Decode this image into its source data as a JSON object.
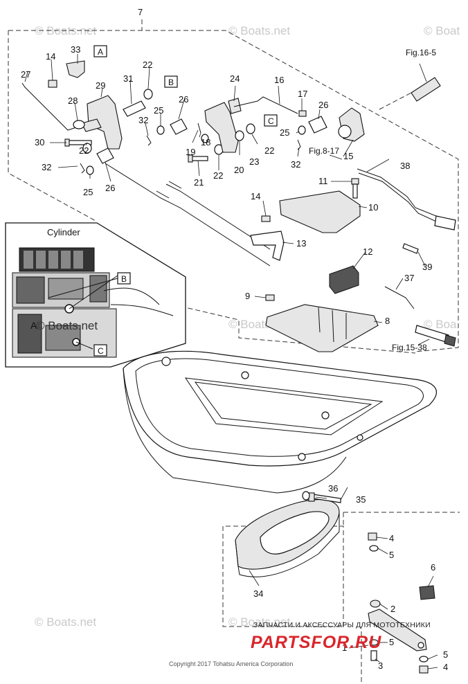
{
  "diagram": {
    "callouts": [
      "1",
      "2",
      "3",
      "4",
      "5",
      "6",
      "7",
      "8",
      "9",
      "10",
      "11",
      "12",
      "13",
      "14",
      "15",
      "16",
      "17",
      "18",
      "19",
      "20",
      "21",
      "22",
      "23",
      "24",
      "25",
      "26",
      "27",
      "28",
      "29",
      "30",
      "31",
      "32",
      "33",
      "34",
      "35",
      "36",
      "37",
      "38",
      "39"
    ],
    "box_labels": {
      "a": "A",
      "b": "B",
      "c": "C"
    },
    "figure_refs": {
      "fig_16_5": "Fig.16-5",
      "fig_8_17": "Fig.8-17",
      "fig_15_38": "Fig.15-38"
    },
    "inset": {
      "title": "Cylinder",
      "label_a": "A",
      "label_b": "B",
      "label_c": "C",
      "watermark": "© Boats.net"
    },
    "watermarks": [
      "© Boats.net",
      "© Boats.net",
      "© Boat",
      "© Boats.net",
      "© Boats.net",
      "© Boa",
      "© Boats.net"
    ],
    "copyright": "Copyright 2017 Tohatsu America Corporation",
    "overlay": {
      "russian_text": "ЗАПЧАСТИ И АКСЕССУАРЫ ДЛЯ МОТОТЕХНИКИ",
      "brand": "PARTSFOR.RU"
    }
  }
}
